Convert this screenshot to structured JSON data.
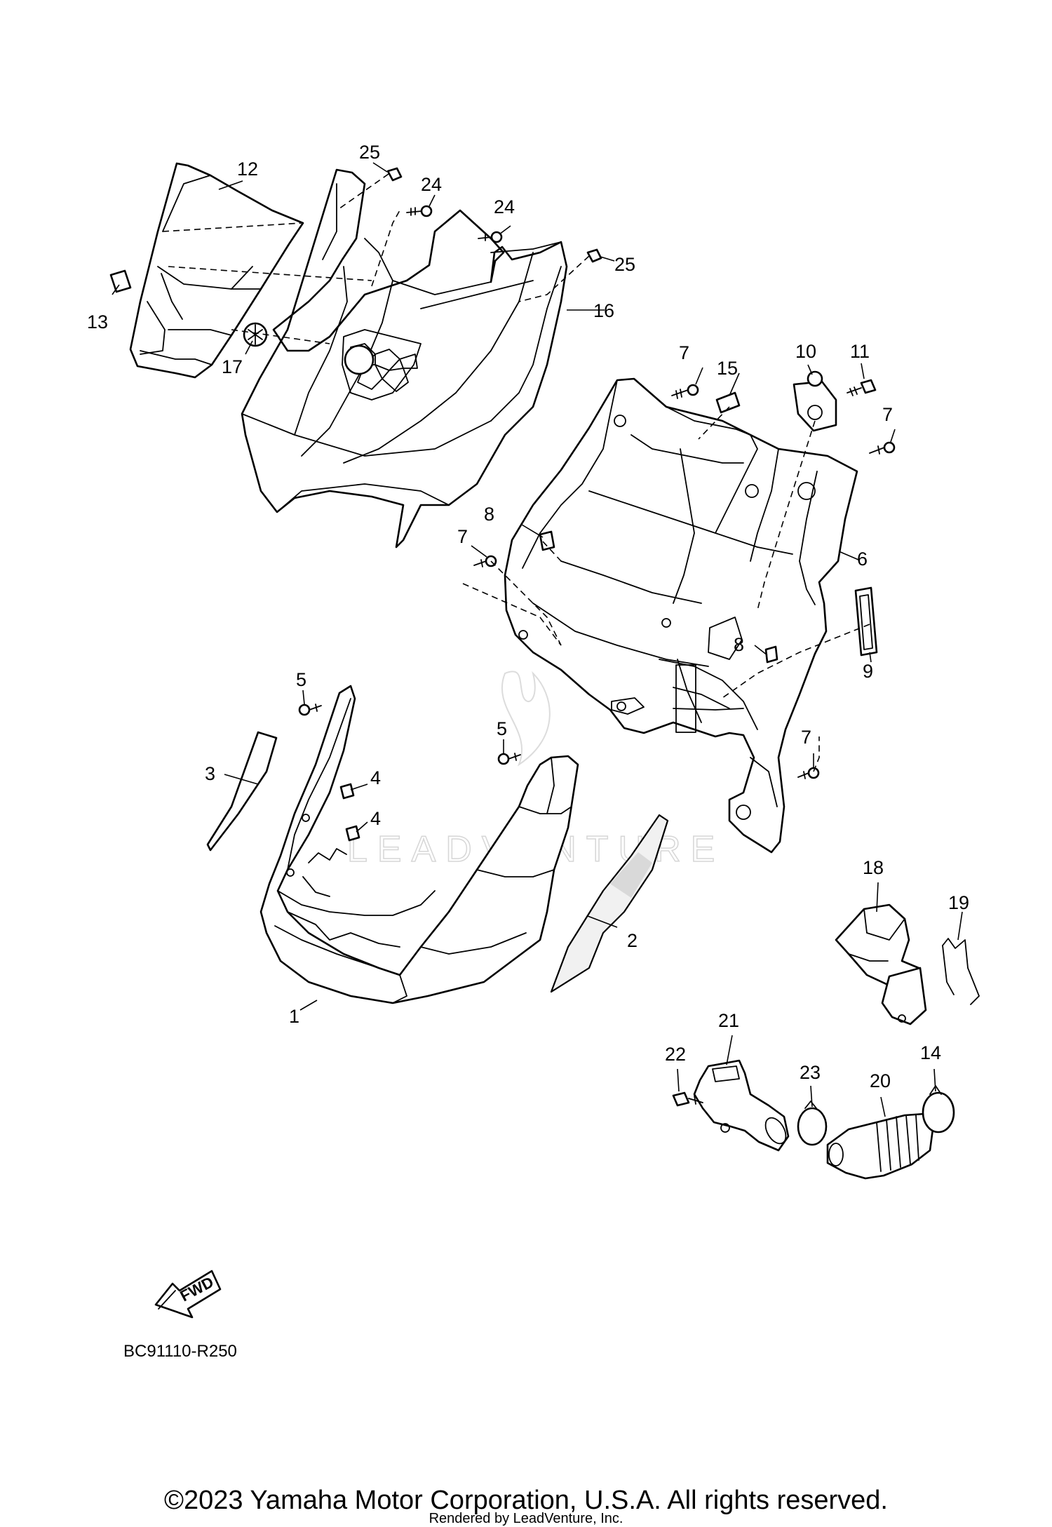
{
  "diagram": {
    "code": "BC91110-R250",
    "fwd_label": "FWD",
    "watermark": "LEADVENTURE",
    "callouts": [
      "1",
      "2",
      "3",
      "4",
      "4",
      "5",
      "5",
      "6",
      "7",
      "7",
      "7",
      "7",
      "8",
      "8",
      "9",
      "10",
      "11",
      "12",
      "13",
      "14",
      "15",
      "16",
      "17",
      "18",
      "19",
      "20",
      "21",
      "22",
      "23",
      "24",
      "24",
      "25",
      "25"
    ]
  },
  "footer": {
    "copyright": "©2023 Yamaha Motor Corporation, U.S.A. All rights reserved.",
    "rendered_by": "Rendered by LeadVenture, Inc."
  }
}
